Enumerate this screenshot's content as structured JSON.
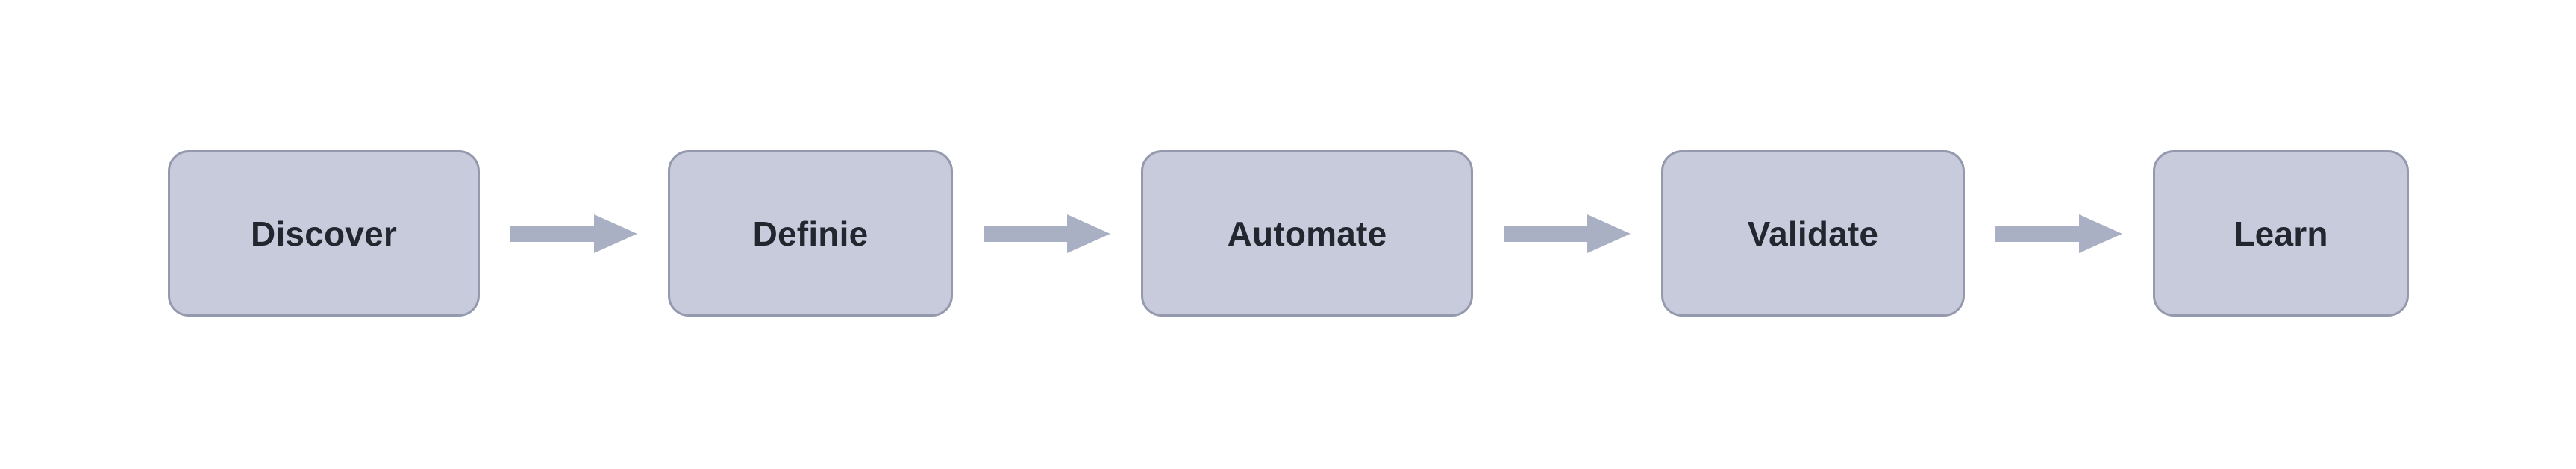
{
  "diagram": {
    "type": "linear-process-flow",
    "orientation": "horizontal",
    "background_color": "#ffffff",
    "node_fill_color": "#c7cbdb",
    "node_border_color": "#9499ad",
    "node_text_color": "#23262f",
    "arrow_color": "#aab0c4",
    "steps": [
      {
        "label": "Discover"
      },
      {
        "label": "Definie"
      },
      {
        "label": "Automate"
      },
      {
        "label": "Validate"
      },
      {
        "label": "Learn"
      }
    ],
    "connectors": [
      {
        "name": "arrow-discover-to-definie"
      },
      {
        "name": "arrow-definie-to-automate"
      },
      {
        "name": "arrow-automate-to-validate"
      },
      {
        "name": "arrow-validate-to-learn"
      }
    ]
  }
}
